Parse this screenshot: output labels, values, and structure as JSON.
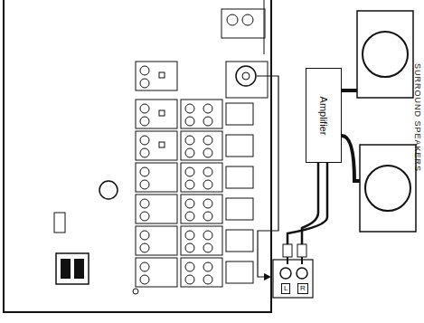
{
  "diagram": {
    "nodes": [
      {
        "text": [
          "Amplifier"
        ]
      }
    ],
    "labels": [
      "SURROUND SPEAKERS",
      "L",
      "R"
    ]
  }
}
